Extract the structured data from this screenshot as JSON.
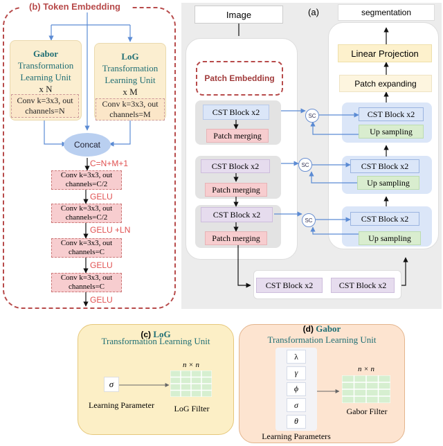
{
  "token_embedding": {
    "title": "(b) Token Embedding",
    "gabor_unit": {
      "name": "Gabor",
      "line1": "Transformation",
      "line2": "Learning Unit",
      "mult": "x N",
      "conv": "Conv k=3x3, out channels=N"
    },
    "log_unit": {
      "name": "LoG",
      "line1": "Transformation",
      "line2": "Learning Unit",
      "mult": "x M",
      "conv": "Conv k=3x3, out channels=M"
    },
    "concat": "Concat",
    "c_label": "C=N+M+1",
    "conv1": "Conv k=3x3, out channels=C/2",
    "gelu1": "GELU",
    "conv2": "Conv k=3x3, out channels=C/2",
    "gelu_ln": "GELU +LN",
    "conv3": "Conv k=3x3, out channels=C",
    "gelu3": "GELU",
    "conv4": "Conv k=3x3, out channels=C",
    "gelu4": "GELU"
  },
  "architecture": {
    "label": "(a)",
    "image": "Image",
    "patch_embedding": "Patch Embedding",
    "cst_block": "CST Block x2",
    "patch_merging": "Patch merging",
    "sc": "SC",
    "up_sampling": "Up sampling",
    "patch_expanding": "Patch expanding",
    "linear_projection": "Linear Projection",
    "segmentation": "segmentation"
  },
  "log_panel": {
    "tag": "(c)",
    "name": "LoG",
    "subtitle": "Transformation Learning Unit",
    "param_symbol": "σ",
    "param_label": "Learning Parameter",
    "filter_dim": "n × n",
    "filter_label": "LoG Filter"
  },
  "gabor_panel": {
    "tag": "(d)",
    "name": "Gabor",
    "subtitle": "Transformation Learning Unit",
    "params": [
      "λ",
      "γ",
      "ϕ",
      "σ",
      "θ"
    ],
    "params_label": "Learning Parameters",
    "filter_dim": "n × n",
    "filter_label": "Gabor Filter"
  }
}
